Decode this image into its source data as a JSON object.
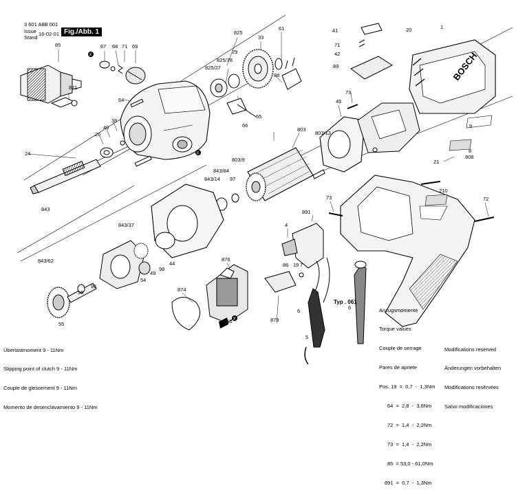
{
  "header": {
    "doc_number": "3 601 A8B 001",
    "issue_label": "Issue",
    "stand_label": "Stand",
    "date": "16-02-01",
    "figure_label": "Fig./Abb. 1"
  },
  "type_label": "Typ . 061",
  "brand": "BOSCH",
  "callouts": [
    "85",
    "67",
    "68",
    "71",
    "69",
    "871",
    "64",
    "26",
    "40",
    "38",
    "24",
    "825",
    "33",
    "61",
    "825/78",
    "29",
    "825/27",
    "88",
    "65",
    "66",
    "803",
    "803/13",
    "803/9",
    "843/84",
    "843/14",
    "97",
    "843",
    "843/37",
    "843/62",
    "55",
    "36",
    "96",
    "54",
    "49",
    "98",
    "44",
    "874",
    "876",
    "810",
    "891",
    "4",
    "86",
    "19",
    "7",
    "879",
    "6",
    "6",
    "5",
    "73",
    "72",
    "210",
    "21",
    "41",
    "71",
    "42",
    "89",
    "20",
    "1",
    "73",
    "45",
    "9",
    "8",
    "808",
    "X",
    "X",
    "X"
  ],
  "clutch_notes": [
    "Überlastmoment 9 - 11Nm",
    "Slipping point of clutch 9 - 11Nm",
    "Couple de glessement 9 - 11Nm",
    "Momento de desenclavamiento 9 - 11Nm"
  ],
  "torque_table": {
    "titles": [
      "Anzugsmomente",
      "Torque values",
      "Couple de serrage",
      "Pares de apriete"
    ],
    "rows": [
      "Pos. 19  =  0,7  -  1,3Nm",
      "64  =  2,8  -  3,6Nm",
      "72  =  1,4  -  2,2Nm",
      "73  =  1,4  -  2,2Nm",
      "85  = 53,0 - 61,0Nm",
      "891  =  0,7  -  1,3Nm"
    ]
  },
  "modifications": [
    "Modifications reserved",
    "Änderungen vorbehalten",
    "Modifications resérvées",
    "Salvo modificaciones"
  ]
}
